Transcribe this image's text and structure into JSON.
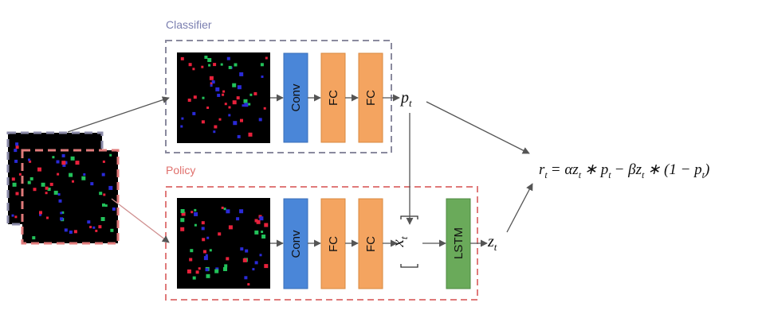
{
  "classifier": {
    "title": "Classifier",
    "title_color": "#7b7fb0",
    "border_color": "#8a8a9e",
    "layers": [
      "Conv",
      "FC",
      "FC"
    ],
    "output_symbol": "p",
    "output_sub": "t"
  },
  "policy": {
    "title": "Policy",
    "title_color": "#e0706c",
    "border_color": "#e07a7a",
    "layers": [
      "Conv",
      "FC",
      "FC"
    ],
    "concat_symbol": "x",
    "concat_sub": "t",
    "recurrent_layer": "LSTM",
    "output_symbol": "z",
    "output_sub": "t"
  },
  "reward": {
    "lhs": "r",
    "lhs_sub": "t",
    "equation_rest": "= αz",
    "parts": [
      "∗ p",
      "− βz",
      "∗ (1 − p",
      ")"
    ]
  },
  "colors": {
    "conv": "#4a86d8",
    "fc": "#f4a460",
    "lstm": "#6aaa5a",
    "arrow": "#555555",
    "image_bg": "#000000",
    "dot_red": "#e8213b",
    "dot_green": "#22c25a",
    "dot_blue": "#2a2ad8"
  }
}
